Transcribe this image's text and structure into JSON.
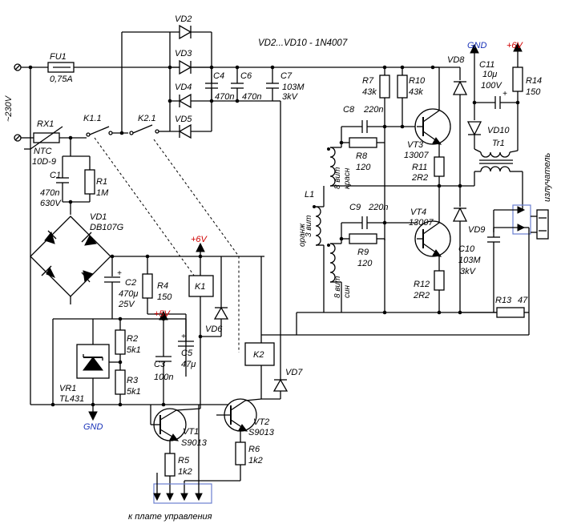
{
  "diagram": {
    "header_note": "VD2...VD10 - 1N4007",
    "supply": {
      "mains": "~230V",
      "plus_6v": "+6V",
      "plus_5v": "+5V",
      "gnd": "GND"
    },
    "components": {
      "FU1": {
        "ref": "FU1",
        "value": "0,75A"
      },
      "RX1": {
        "ref": "RX1",
        "value1": "NTC",
        "value2": "10D-9"
      },
      "C1": {
        "ref": "C1",
        "value1": "470n",
        "value2": "630V"
      },
      "R1": {
        "ref": "R1",
        "value": "1M"
      },
      "VD1": {
        "ref": "VD1",
        "value": "DB107G"
      },
      "C2": {
        "ref": "C2",
        "value1": "470μ",
        "value2": "25V"
      },
      "R4": {
        "ref": "R4",
        "value": "150"
      },
      "K1": {
        "ref": "K1",
        "contact": "K1.1"
      },
      "K2": {
        "ref": "K2",
        "contact": "K2.1"
      },
      "VD2": {
        "ref": "VD2"
      },
      "VD3": {
        "ref": "VD3"
      },
      "VD4": {
        "ref": "VD4"
      },
      "VD5": {
        "ref": "VD5"
      },
      "C4": {
        "ref": "C4",
        "value": "470n"
      },
      "C6": {
        "ref": "C6",
        "value": "470n"
      },
      "C7": {
        "ref": "C7",
        "value1": "103M",
        "value2": "3kV"
      },
      "R7": {
        "ref": "R7",
        "value": "43k"
      },
      "R10": {
        "ref": "R10",
        "value": "43k"
      },
      "C8": {
        "ref": "C8",
        "value": "220n"
      },
      "R8": {
        "ref": "R8",
        "value": "120"
      },
      "VT3": {
        "ref": "VT3",
        "value": "13007"
      },
      "R11": {
        "ref": "R11",
        "value": "2R2"
      },
      "VD8": {
        "ref": "VD8"
      },
      "L1": {
        "ref": "L1"
      },
      "VT4": {
        "ref": "VT4",
        "value": "13007"
      },
      "C9": {
        "ref": "C9",
        "value": "220n"
      },
      "R9": {
        "ref": "R9",
        "value": "120"
      },
      "R12": {
        "ref": "R12",
        "value": "2R2"
      },
      "VD9": {
        "ref": "VD9"
      },
      "C11": {
        "ref": "C11",
        "value1": "10μ",
        "value2": "100V"
      },
      "R14": {
        "ref": "R14",
        "value": "150"
      },
      "VD10": {
        "ref": "VD10"
      },
      "Tr1": {
        "ref": "Tr1"
      },
      "C10": {
        "ref": "C10",
        "value1": "103M",
        "value2": "3kV"
      },
      "R13": {
        "ref": "R13",
        "value": "47"
      },
      "VD6": {
        "ref": "VD6"
      },
      "VD7": {
        "ref": "VD7"
      },
      "R2": {
        "ref": "R2",
        "value": "5k1"
      },
      "R3": {
        "ref": "R3",
        "value": "5k1"
      },
      "C3": {
        "ref": "C3",
        "value": "100n"
      },
      "C5": {
        "ref": "C5",
        "value": "47μ"
      },
      "VR1": {
        "ref": "VR1",
        "value": "TL431"
      },
      "VT1": {
        "ref": "VT1",
        "value": "S9013"
      },
      "VT2": {
        "ref": "VT2",
        "value": "S9013"
      },
      "R5": {
        "ref": "R5",
        "value": "1k2"
      },
      "R6": {
        "ref": "R6",
        "value": "1k2"
      }
    },
    "windings": {
      "top_turns": "8 вит",
      "top_color": "красн",
      "mid_color": "оранж",
      "mid_turns": "3 вит",
      "bot_turns": "8 вит",
      "bot_color": "син"
    },
    "emitter_label": "излучатель",
    "connector_label": "к плате управления",
    "colors": {
      "supply_label": "#d00000",
      "gnd_label": "#1a33b8",
      "connector_frame": "#6a7fd0"
    }
  }
}
